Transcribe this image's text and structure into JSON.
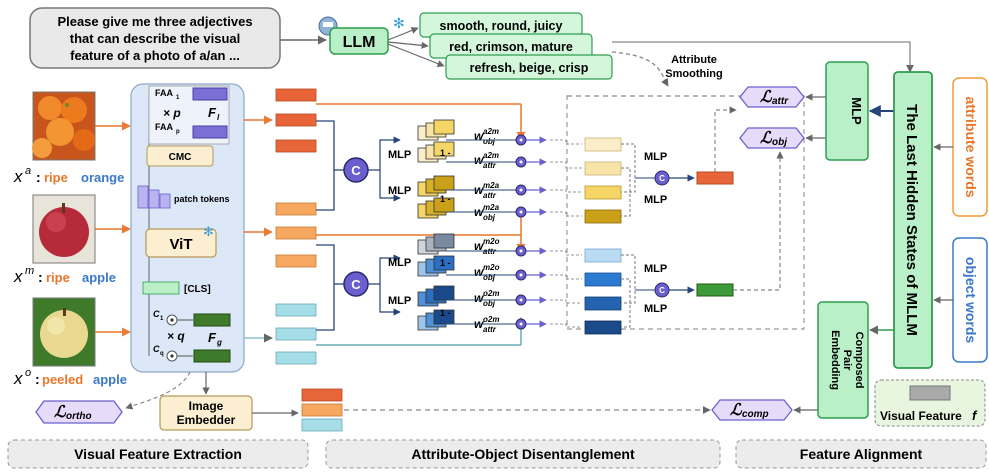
{
  "prompt": {
    "line1": "Please give me three adjectives",
    "line2": "that can describe the visual",
    "line3": "feature of a photo of a/an ..."
  },
  "llm_label": "LLM",
  "llm_outputs": [
    "smooth, round, juicy",
    "red, crimson, mature",
    "refresh, beige, crisp"
  ],
  "attribute_smoothing": [
    "Attribute",
    "Smoothing"
  ],
  "inputs": [
    {
      "var": "x",
      "sup": "a",
      "attr": "ripe",
      "obj": "orange"
    },
    {
      "var": "x",
      "sup": "m",
      "attr": "ripe",
      "obj": "apple"
    },
    {
      "var": "x",
      "sup": "o",
      "attr": "peeled",
      "obj": "apple"
    }
  ],
  "encoder": {
    "faa_top": "FAA",
    "faa_top_sub": "1",
    "faa_bot": "FAA",
    "faa_bot_sub": "p",
    "times_p": "× p",
    "fl": "F",
    "fl_sub": "l",
    "cmc": "CMC",
    "patch_tokens": "patch tokens",
    "vit": "ViT",
    "cls": "[CLS]",
    "c1": "C",
    "c1_sub": "1",
    "cq": "C",
    "cq_sub": "q",
    "times_q": "× q",
    "fg": "F",
    "fg_sub": "g"
  },
  "mlp_label": "MLP",
  "one_minus": "1 -",
  "concat_label": "C",
  "weights_top": [
    {
      "sup": "a2m",
      "sub": "obj"
    },
    {
      "sup": "a2m",
      "sub": "attr"
    },
    {
      "sup": "m2a",
      "sub": "attr"
    },
    {
      "sup": "m2a",
      "sub": "obj"
    }
  ],
  "weights_bottom": [
    {
      "sup": "m2o",
      "sub": "attr"
    },
    {
      "sup": "m2o",
      "sub": "obj"
    },
    {
      "sup": "o2m",
      "sub": "obj"
    },
    {
      "sup": "o2m",
      "sub": "attr"
    }
  ],
  "weight_var": "w",
  "loss_attr": {
    "sym": "ℒ",
    "sub": "attr"
  },
  "loss_obj": {
    "sym": "ℒ",
    "sub": "obj"
  },
  "loss_ortho": {
    "sym": "ℒ",
    "sub": "ortho"
  },
  "loss_comp": {
    "sym": "ℒ",
    "sub": "comp"
  },
  "mllm_box": "The Last Hidden States of MLLM",
  "attribute_words": "attribute words",
  "object_words": "object words",
  "composed_pair": [
    "Composed",
    "Pair",
    "Embedding"
  ],
  "visual_feature": {
    "label": "Visual Feature",
    "var": "f"
  },
  "image_embedder": [
    "Image",
    "Embedder"
  ],
  "sections": [
    "Visual Feature Extraction",
    "Attribute-Object Disentanglement",
    "Feature Alignment"
  ],
  "colors": {
    "green_box": "#b9f0c8",
    "green_stroke": "#2e9e4f",
    "purple": "#7b6fd6",
    "loss_fill": "#e6dcfa",
    "orange_token": "#e8653a",
    "light_orange": "#f7a860",
    "light_blue": "#a7dde6",
    "navy": "#26447a"
  }
}
